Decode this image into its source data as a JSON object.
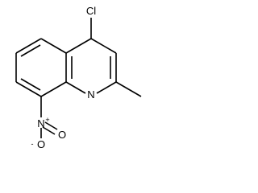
{
  "molecule": {
    "atoms": {
      "chlorine": "Cl",
      "ring_nitrogen": "N",
      "nitro_nitrogen": "N",
      "nitro_oxygen_top": "O",
      "nitro_oxygen_left": "O",
      "nitro_nitrogen_charge": "+",
      "nitro_oxygen_left_charge": "-"
    },
    "colors": {
      "bond": "#000000",
      "label": "#000000",
      "background": "#ffffff"
    }
  }
}
